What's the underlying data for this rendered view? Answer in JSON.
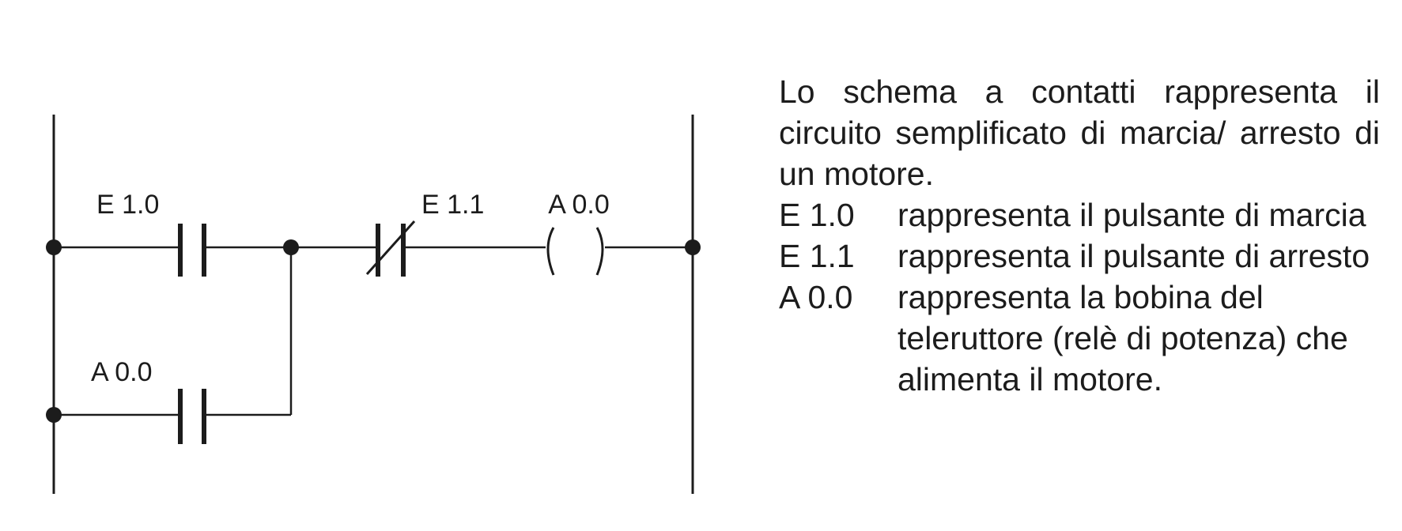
{
  "diagram": {
    "labels": {
      "contact_e10": "E 1.0",
      "contact_e11": "E 1.1",
      "coil_a00": "A 0.0",
      "contact_a00": "A 0.0"
    }
  },
  "description": {
    "intro": "Lo schema a contatti rappresenta il circuito semplificato di marcia/ arresto di un motore.",
    "entries": [
      {
        "code": "E 1.0",
        "text": "rappresenta il pulsante di marcia"
      },
      {
        "code": "E 1.1",
        "text": "rappresenta il pulsante di arresto"
      },
      {
        "code": "A 0.0",
        "text": "rappresenta la bobina del teleruttore (relè di potenza) che alimenta il motore."
      }
    ]
  }
}
